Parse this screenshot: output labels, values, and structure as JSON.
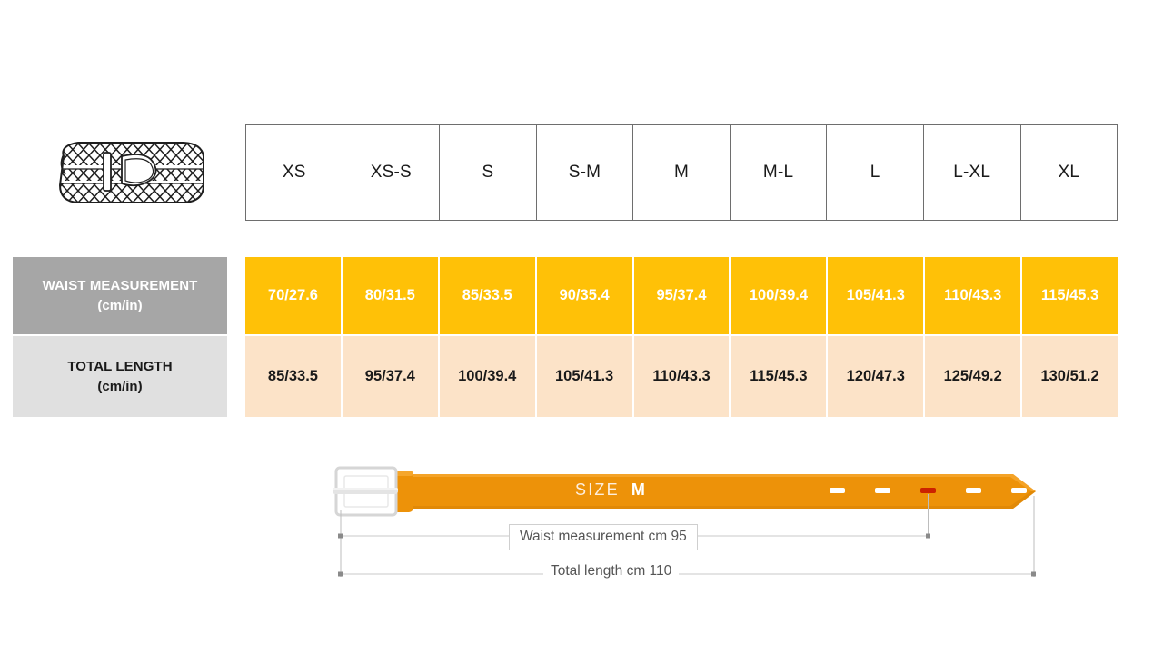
{
  "product_icon": {
    "name": "braided-belt-illustration"
  },
  "table": {
    "sizes": [
      "XS",
      "XS-S",
      "S",
      "S-M",
      "M",
      "M-L",
      "L",
      "L-XL",
      "XL"
    ],
    "rows": [
      {
        "label_line1": "WAIST MEASUREMENT",
        "label_line2": "(cm/in)",
        "values": [
          "70/27.6",
          "80/31.5",
          "85/33.5",
          "90/35.4",
          "95/37.4",
          "100/39.4",
          "105/41.3",
          "110/43.3",
          "115/45.3"
        ]
      },
      {
        "label_line1": "TOTAL LENGTH",
        "label_line2": "(cm/in)",
        "values": [
          "85/33.5",
          "95/37.4",
          "100/39.4",
          "105/41.3",
          "110/43.3",
          "115/45.3",
          "120/47.3",
          "125/49.2",
          "130/51.2"
        ]
      }
    ]
  },
  "diagram": {
    "size_word": "SIZE",
    "size_value": "M",
    "waist_dimension_label": "Waist measurement cm 95",
    "total_length_dimension_label": "Total length cm 110",
    "holes_total": 5,
    "highlighted_hole_index": 2
  },
  "colors": {
    "table_accent_orange": "#FFC107",
    "table_light_peach": "#FCE3C8",
    "label_gray": "#A6A6A6",
    "label_light_gray": "#E0E0E0",
    "belt_orange": "#ED9209",
    "highlight_hole_red": "#CC2200"
  }
}
